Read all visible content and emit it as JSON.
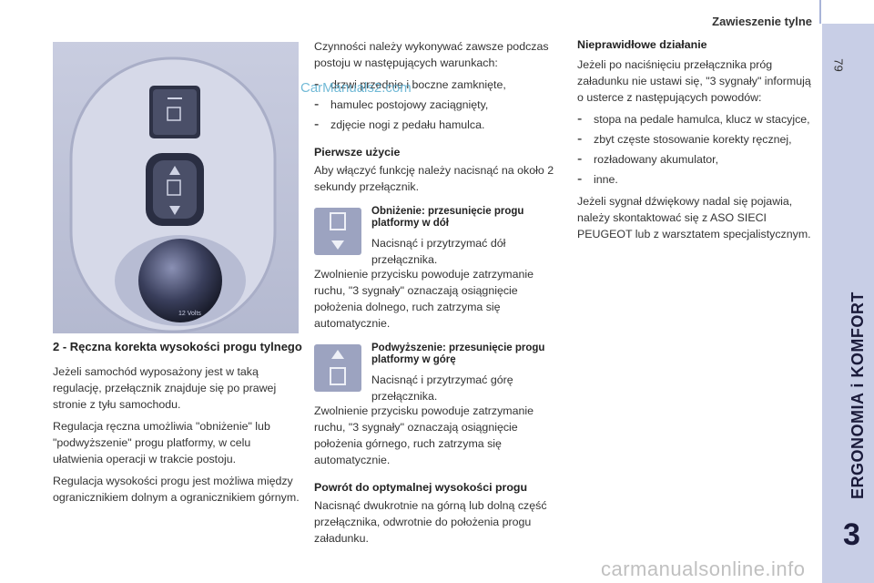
{
  "header": {
    "section": "Zawieszenie tylne"
  },
  "page_number": "79",
  "sidebar": {
    "title": "ERGONOMIA i KOMFORT",
    "chapter": "3"
  },
  "photo": {
    "knob_label": "12 Volts"
  },
  "left": {
    "heading": "2 - Ręczna korekta wysokości progu tylnego",
    "p1": "Jeżeli samochód wyposażony jest w taką regulację, przełącznik znajduje się po prawej stronie z tyłu samochodu.",
    "p2": "Regulacja ręczna umożliwia \"obniżenie\" lub \"podwyższenie\" progu platformy, w celu ułatwienia operacji w trakcie postoju.",
    "p3": "Regulacja wysokości progu jest możliwa między ogranicznikiem dolnym a ogranicznikiem górnym."
  },
  "middle": {
    "intro": "Czynności należy wykonywać zawsze podczas postoju w następujących warunkach:",
    "conditions": [
      "drzwi przednie i boczne zamknięte,",
      "hamulec postojowy zaciągnięty,",
      "zdjęcie nogi z pedału hamulca."
    ],
    "first_use_title": "Pierwsze użycie",
    "first_use_text": "Aby włączyć funkcję należy nacisnąć na około 2 sekundy przełącznik.",
    "lower_title": "Obniżenie: przesunięcie progu platformy w dół",
    "lower_text": "Nacisnąć i przytrzymać dół przełącznika.",
    "lower_release": "Zwolnienie przycisku powoduje zatrzymanie ruchu, \"3 sygnały\" oznaczają osiągnięcie położenia dolnego, ruch zatrzyma się automatycznie.",
    "raise_title": "Podwyższenie: przesunięcie progu platformy w górę",
    "raise_text": "Nacisnąć i przytrzymać górę przełącznika.",
    "raise_release": "Zwolnienie przycisku powoduje zatrzymanie ruchu, \"3 sygnały\" oznaczają osiągnięcie położenia górnego, ruch zatrzyma się automatycznie.",
    "optimal_title": "Powrót do optymalnej wysokości progu",
    "optimal_text": "Nacisnąć dwukrotnie na górną lub dolną część przełącznika, odwrotnie do położenia progu załadunku."
  },
  "right": {
    "title": "Nieprawidłowe działanie",
    "intro": "Jeżeli po naciśnięciu przełącznika próg załadunku nie ustawi się, \"3 sygnały\" informują o usterce z następujących powodów:",
    "causes": [
      "stopa na pedale hamulca, klucz w stacyjce,",
      "zbyt częste stosowanie korekty ręcznej,",
      "rozładowany akumulator,",
      "inne."
    ],
    "outro": "Jeżeli sygnał dźwiękowy nadal się pojawia, należy skontaktować się z ASO SIECI PEUGEOT lub z warsztatem specjalistycznym."
  },
  "watermarks": {
    "top": "CarManuals2.com",
    "bottom": "carmanualsonline.info"
  }
}
